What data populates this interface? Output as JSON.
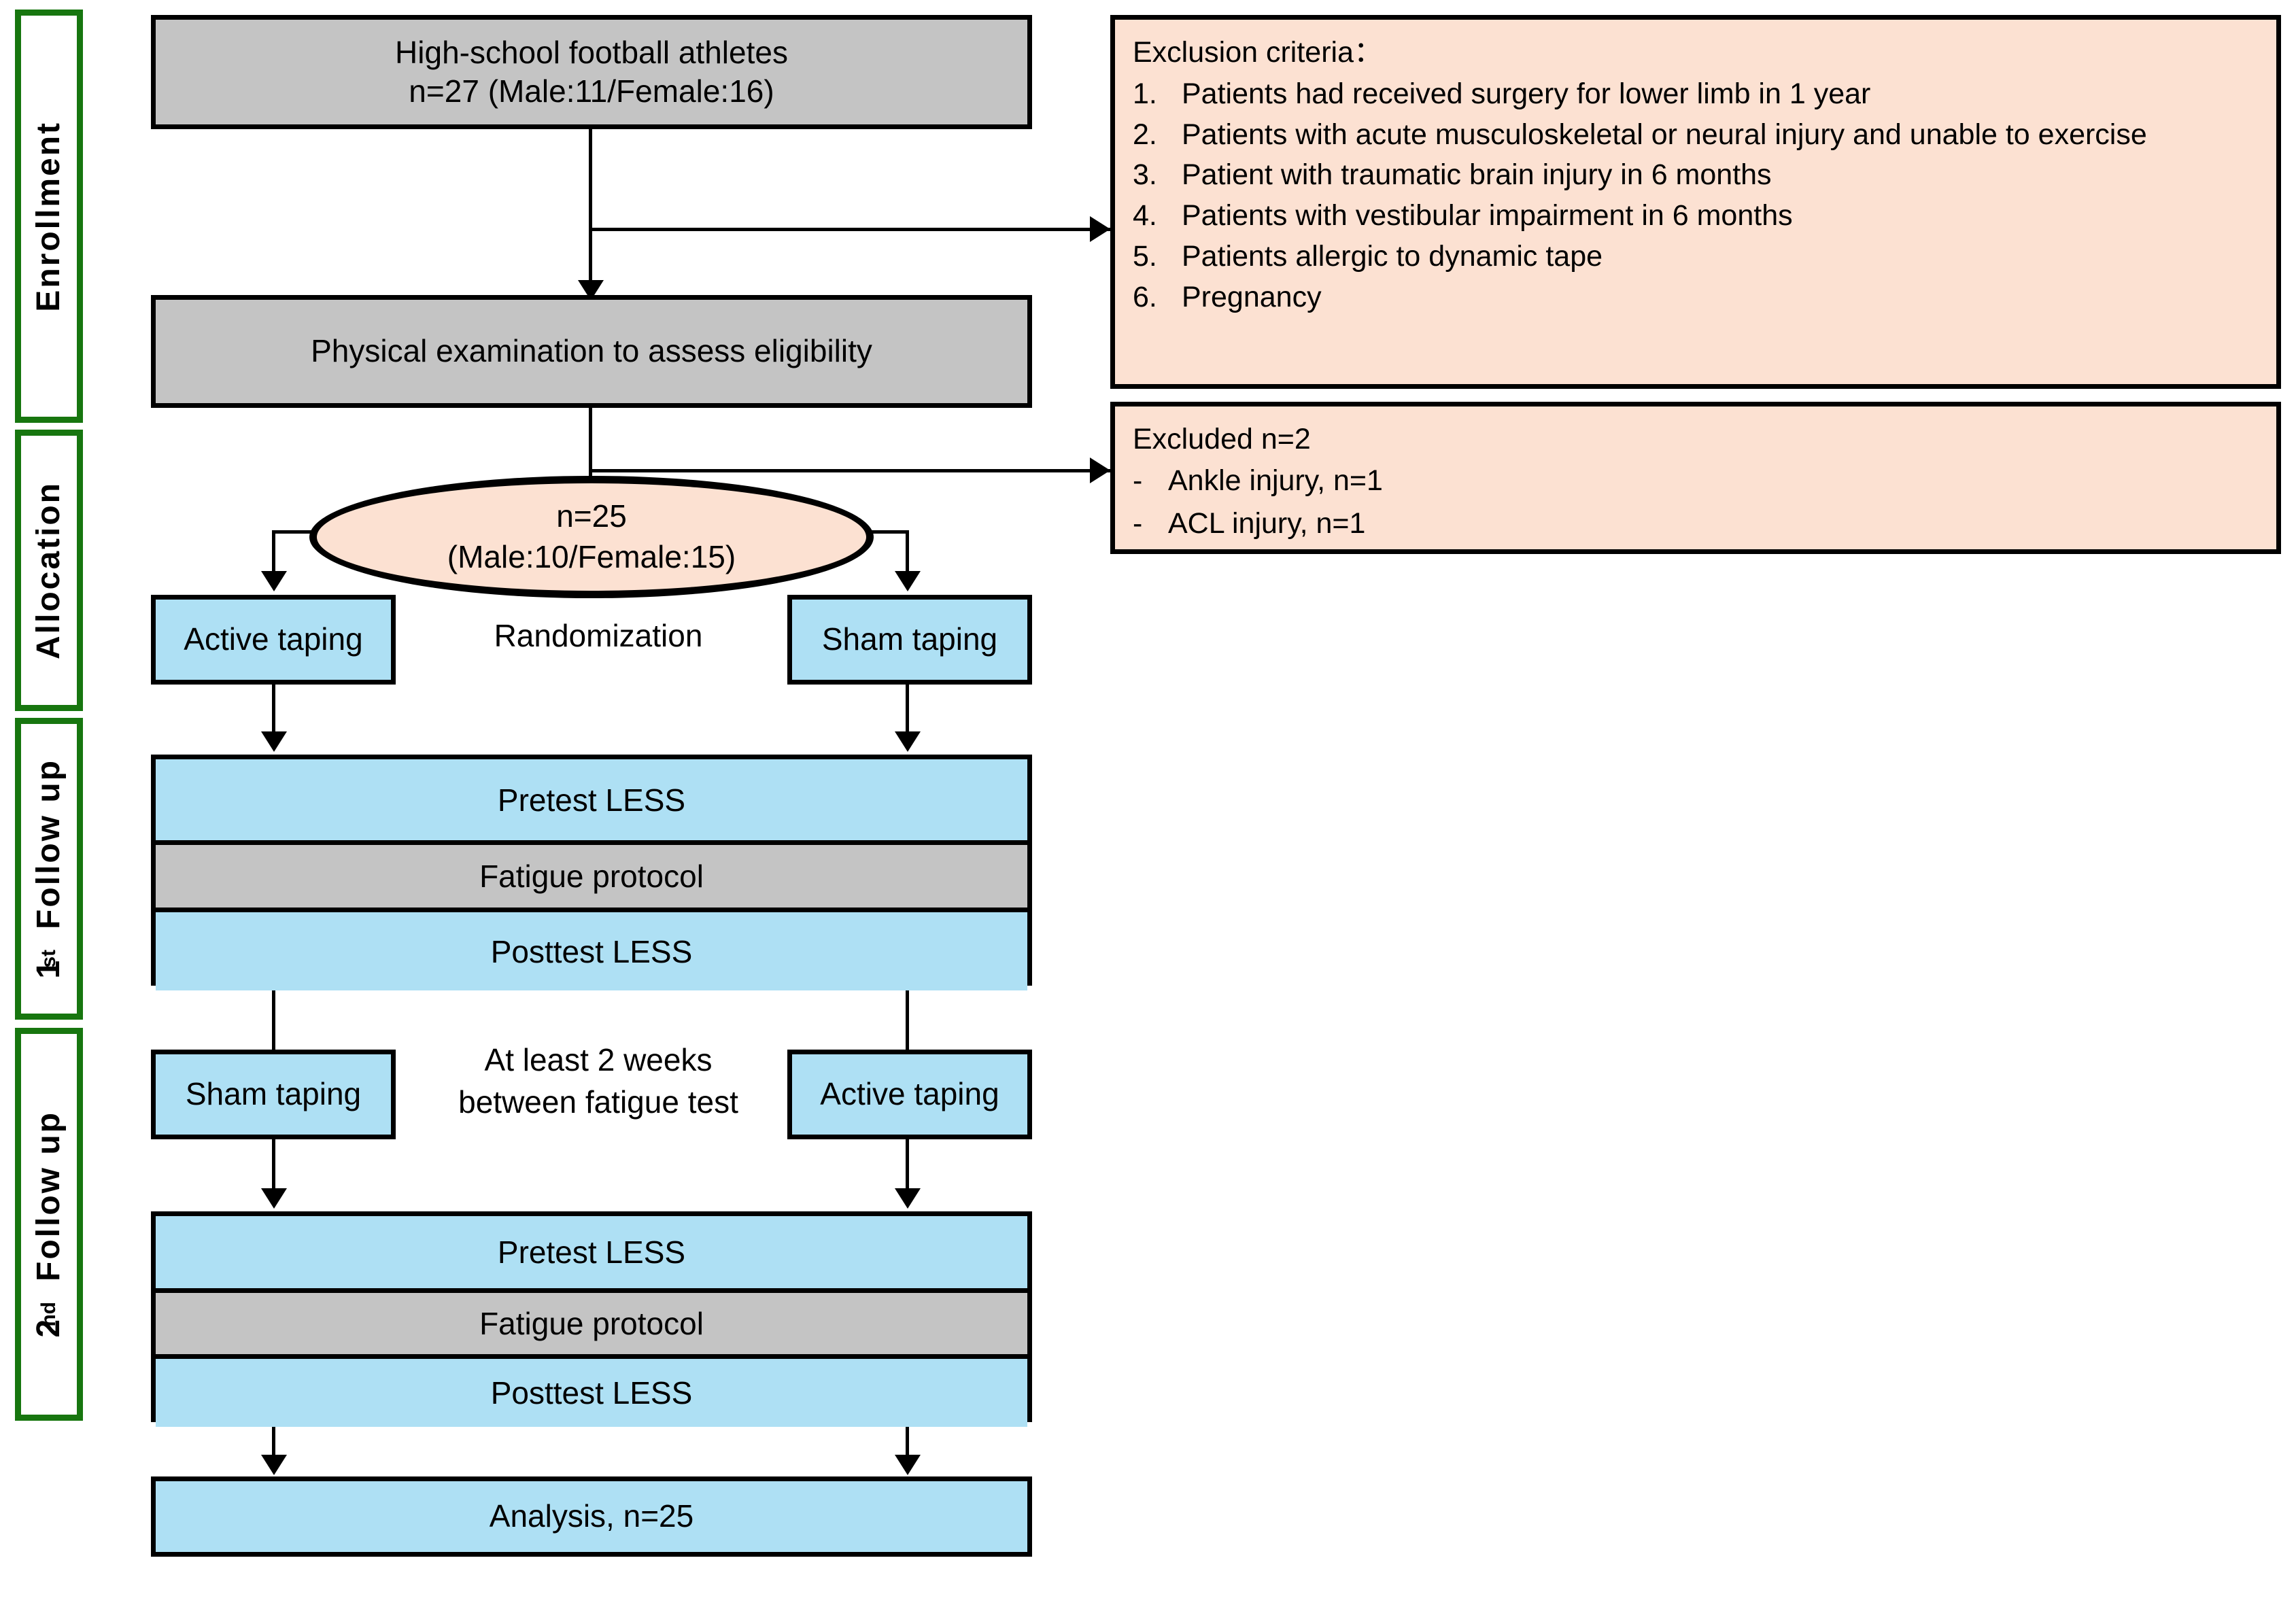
{
  "phases": [
    {
      "label": "Enrollment",
      "sup": ""
    },
    {
      "label": "Allocation",
      "sup": ""
    },
    {
      "label_pre": "1",
      "sup": "st",
      "label_post": " Follow up"
    },
    {
      "label_pre": "2",
      "sup": "nd",
      "label_post": " Follow up"
    }
  ],
  "phase_names": {
    "enrollment": "Enrollment",
    "allocation": "Allocation",
    "follow1_pre": "1",
    "follow1_sup": "st",
    "follow1_post": " Follow up",
    "follow2_pre": "2",
    "follow2_sup": "nd",
    "follow2_post": " Follow up"
  },
  "boxes": {
    "athletes_line1": "High-school football athletes",
    "athletes_line2": "n=27 (Male:11/Female:16)",
    "physical_exam": "Physical examination to assess eligibility",
    "randomized_line1": "n=25",
    "randomized_line2": "(Male:10/Female:15)",
    "randomization_caption": "Randomization",
    "active_taping_1": "Active taping",
    "sham_taping_1": "Sham taping",
    "sham_taping_2": "Sham taping",
    "active_taping_2": "Active taping",
    "washout_line1": "At least 2 weeks",
    "washout_line2": "between fatigue test",
    "pretest_less": "Pretest LESS",
    "fatigue_protocol": "Fatigue protocol",
    "posttest_less": "Posttest LESS",
    "analysis": "Analysis, n=25"
  },
  "exclusion": {
    "heading": "Exclusion criteria：",
    "items": [
      {
        "num": "1.",
        "text": "Patients had received surgery for lower limb in 1 year"
      },
      {
        "num": "2.",
        "text": "Patients with acute musculoskeletal or neural injury and unable to exercise"
      },
      {
        "num": "3.",
        "text": "Patient with traumatic brain injury in 6 months"
      },
      {
        "num": "4.",
        "text": "Patients with vestibular impairment in 6 months"
      },
      {
        "num": "5.",
        "text": "Patients allergic to dynamic tape"
      },
      {
        "num": "6.",
        "text": "Pregnancy"
      }
    ]
  },
  "excluded": {
    "heading": "Excluded n=2",
    "items": [
      {
        "dash": "-",
        "text": "Ankle injury, n=1"
      },
      {
        "dash": "-",
        "text": "ACL injury, n=1"
      }
    ]
  },
  "colors": {
    "phase_border": "#17760f",
    "gray_fill": "#c4c4c4",
    "blue_fill": "#aee0f4",
    "pink_fill": "#fce1d2",
    "stroke": "#000000"
  }
}
